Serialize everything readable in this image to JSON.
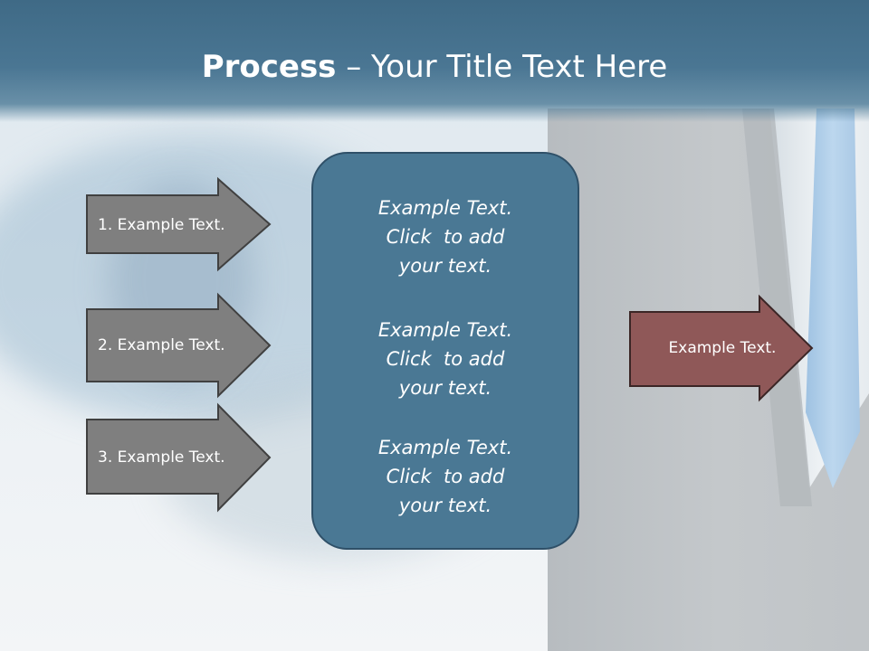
{
  "title": {
    "bold": "Process",
    "rest": " – Your Title Text Here"
  },
  "inputs": [
    {
      "label": "1. Example Text."
    },
    {
      "label": "2. Example Text."
    },
    {
      "label": "3. Example Text."
    }
  ],
  "center_blocks": [
    {
      "line1": "Example Text.",
      "line2": "Click  to add",
      "line3": "your text."
    },
    {
      "line1": "Example Text.",
      "line2": "Click  to add",
      "line3": "your text."
    },
    {
      "line1": "Example Text.",
      "line2": "Click  to add",
      "line3": "your text."
    }
  ],
  "output": {
    "label": "Example Text."
  },
  "colors": {
    "title_band": "#47728f",
    "input_arrow_fill": "#7f7f7f",
    "input_arrow_stroke": "#404040",
    "center_fill": "#4a7894",
    "center_stroke": "#2f5068",
    "output_arrow_fill": "#8f5858",
    "output_arrow_stroke": "#3b2626",
    "text": "#ffffff"
  }
}
